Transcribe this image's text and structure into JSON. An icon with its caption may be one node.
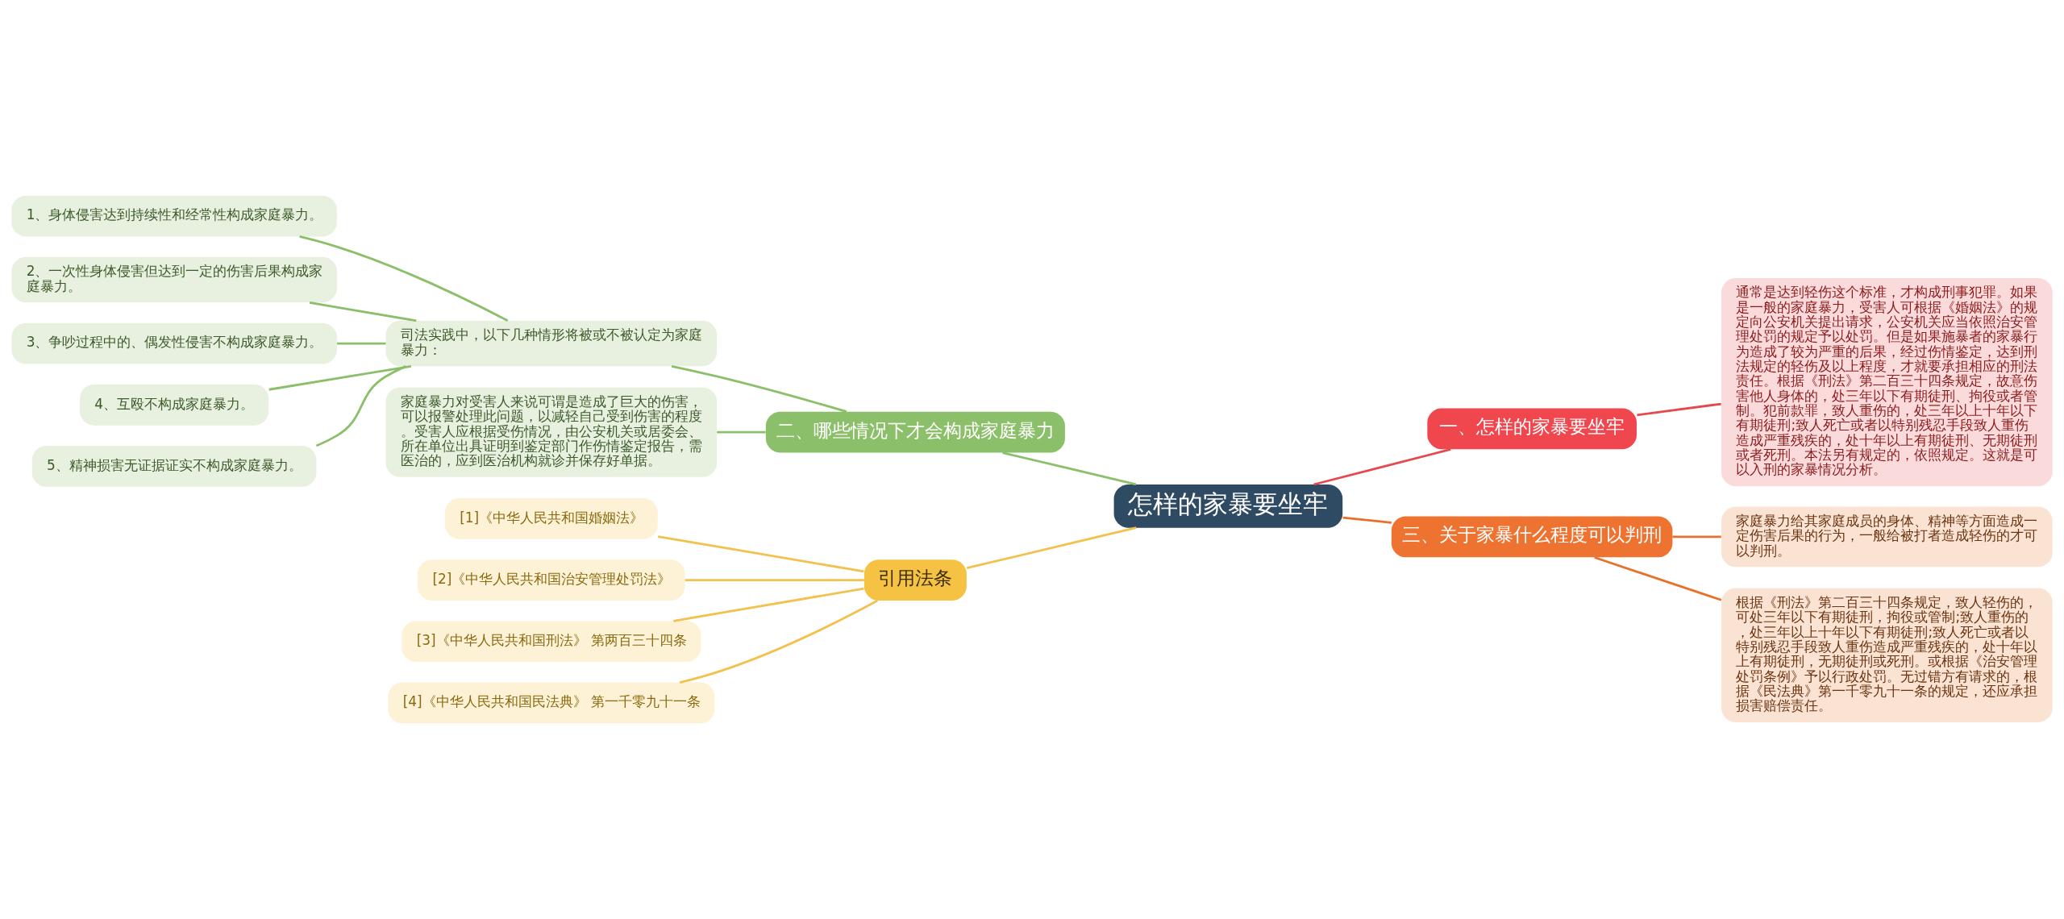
{
  "diagram": {
    "nodes": [
      {
        "text": [
          "怎样的家暴要坐牢"
        ]
      },
      {
        "text": [
          "一、怎样的家暴要坐牢"
        ]
      },
      {
        "text": [
          "通常是达到轻伤这个标准，才构成刑事犯罪。如果是一般的家庭暴力，受害人可根据《婚姻法》的规定向公安机关提出请求，公安机关应当依照治安管理处罚的规定予以处罚。但是如果施暴者的家暴行为造成了较为严重的后果，经过伤情鉴定，达到刑法规定的轻伤及以上程度，才就要承担相应的刑法责任。根据《刑法》第二百三十四条规定，故意伤害他人身体的，处三年以下有期徒刑、拘役或者管制。犯前款罪，致人重伤的，处三年以上十年以下有期徒刑;致人死亡或者以特别残忍手段致人重伤造成严重残疾的，处十年以上有期徒刑、无期徒刑或者死刑。本法另有规定的，依照规定。这就是可以入刑的家暴情况分析。"
        ]
      },
      {
        "text": [
          "三、关于家暴什么程度可以判刑"
        ]
      },
      {
        "text": [
          "家庭暴力给其家庭成员的身体、精神等方面造成一定伤害后果的行为，一般给被打者造成轻伤的才可以判刑。"
        ]
      },
      {
        "text": [
          "根据《刑法》第二百三十四条规定，致人轻伤的，可处三年以下有期徒刑，拘役或管制;致人重伤的，处三年以上十年以下有期徒刑;致人死亡或者以特别残忍手段致人重伤造成严重残疾的，处十年以上有期徒刑，无期徒刑或死刑。或根据《治安管理处罚条例》予以行政处罚。无过错方有请求的，根据《民法典》第一千零九十一条的规定，还应承担损害赔偿责任。"
        ]
      },
      {
        "text": [
          "二、哪些情况下才会构成家庭暴力"
        ]
      },
      {
        "text": [
          "司法实践中，以下几种情形将被或不被认定为家庭暴力："
        ]
      },
      {
        "text": [
          "1、身体侵害达到持续性和经常性构成家庭暴力。"
        ]
      },
      {
        "text": [
          "2、一次性身体侵害但达到一定的伤害后果构成家庭暴力。"
        ]
      },
      {
        "text": [
          "3、争吵过程中的、偶发性侵害不构成家庭暴力。"
        ]
      },
      {
        "text": [
          "4、互殴不构成家庭暴力。"
        ]
      },
      {
        "text": [
          "5、精神损害无证据证实不构成家庭暴力。"
        ]
      },
      {
        "text": [
          "家庭暴力对受害人来说可谓是造成了巨大的伤害，可以报警处理此问题，以减轻自己受到伤害的程度。受害人应根据受伤情况，由公安机关或居委会、所在单位出具证明到鉴定部门作伤情鉴定报告，需医治的，应到医治机构就诊并保存好单据。"
        ]
      },
      {
        "text": [
          "引用法条"
        ]
      },
      {
        "text": [
          "[1]《中华人民共和国婚姻法》"
        ]
      },
      {
        "text": [
          "[2]《中华人民共和国治安管理处罚法》"
        ]
      },
      {
        "text": [
          "[3]《中华人民共和国刑法》 第两百三十四条"
        ]
      },
      {
        "text": [
          "[4]《中华人民共和国民法典》 第一千零九十一条"
        ]
      }
    ],
    "edges": [
      {
        "from": 0,
        "to": 1,
        "arrow": "none",
        "color": "#e5484d"
      },
      {
        "from": 1,
        "to": 2,
        "arrow": "none",
        "color": "#e5484d"
      },
      {
        "from": 0,
        "to": 3,
        "arrow": "none",
        "color": "#e8702a"
      },
      {
        "from": 3,
        "to": 4,
        "arrow": "none",
        "color": "#e8702a"
      },
      {
        "from": 3,
        "to": 5,
        "arrow": "none",
        "color": "#e8702a"
      },
      {
        "from": 0,
        "to": 6,
        "arrow": "none"
      },
      {
        "from": 6,
        "to": 7,
        "arrow": "none"
      },
      {
        "from": 7,
        "to": 8,
        "arrow": "none"
      },
      {
        "from": 7,
        "to": 9,
        "arrow": "none"
      },
      {
        "from": 7,
        "to": 10,
        "arrow": "none"
      },
      {
        "from": 7,
        "to": 11,
        "arrow": "none"
      },
      {
        "from": 7,
        "to": 12,
        "arrow": "none"
      },
      {
        "from": 6,
        "to": 13,
        "arrow": "none"
      },
      {
        "from": 0,
        "to": 14,
        "arrow": "none",
        "color": "#f2c14e"
      },
      {
        "from": 14,
        "to": 15,
        "arrow": "none",
        "color": "#f2c14e"
      },
      {
        "from": 14,
        "to": 16,
        "arrow": "none",
        "color": "#f2c14e"
      },
      {
        "from": 14,
        "to": 17,
        "arrow": "none",
        "color": "#f2c14e"
      },
      {
        "from": 14,
        "to": 18,
        "arrow": "none",
        "color": "#f2c14e"
      }
    ]
  }
}
